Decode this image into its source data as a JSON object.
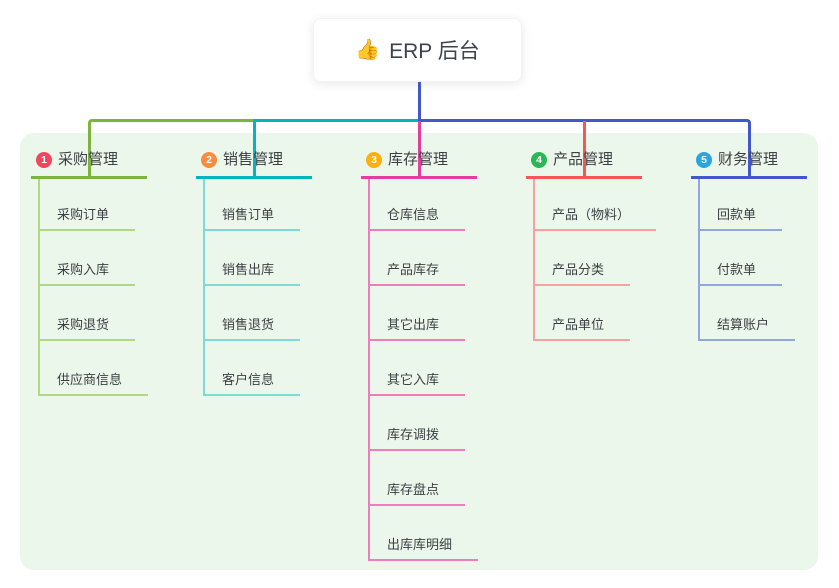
{
  "root": {
    "icon": "👍",
    "label": "ERP 后台"
  },
  "colors": {
    "root_line": "#4257cc",
    "panel_bg": "#ecf7eb",
    "text": "#3c4045"
  },
  "branches": [
    {
      "badge": "1",
      "badge_color": "#f4455e",
      "label": "采购管理",
      "line_color": "#7db43e",
      "light_color": "#b1d887",
      "items": [
        "采购订单",
        "采购入库",
        "采购退货",
        "供应商信息"
      ]
    },
    {
      "badge": "2",
      "badge_color": "#fb8b3d",
      "label": "销售管理",
      "line_color": "#00b6bc",
      "light_color": "#7edad4",
      "items": [
        "销售订单",
        "销售出库",
        "销售退货",
        "客户信息"
      ]
    },
    {
      "badge": "3",
      "badge_color": "#fcae13",
      "label": "库存管理",
      "line_color": "#e53c9f",
      "light_color": "#f17cba",
      "items": [
        "仓库信息",
        "产品库存",
        "其它出库",
        "其它入库",
        "库存调拨",
        "库存盘点",
        "出库库明细"
      ]
    },
    {
      "badge": "4",
      "badge_color": "#2db656",
      "label": "产品管理",
      "line_color": "#f75659",
      "light_color": "#faa09e",
      "items": [
        "产品（物料）",
        "产品分类",
        "产品单位"
      ]
    },
    {
      "badge": "5",
      "badge_color": "#27a6e2",
      "label": "财务管理",
      "line_color": "#4257cc",
      "light_color": "#93a6e2",
      "items": [
        "回款单",
        "付款单",
        "结算账户"
      ]
    }
  ]
}
